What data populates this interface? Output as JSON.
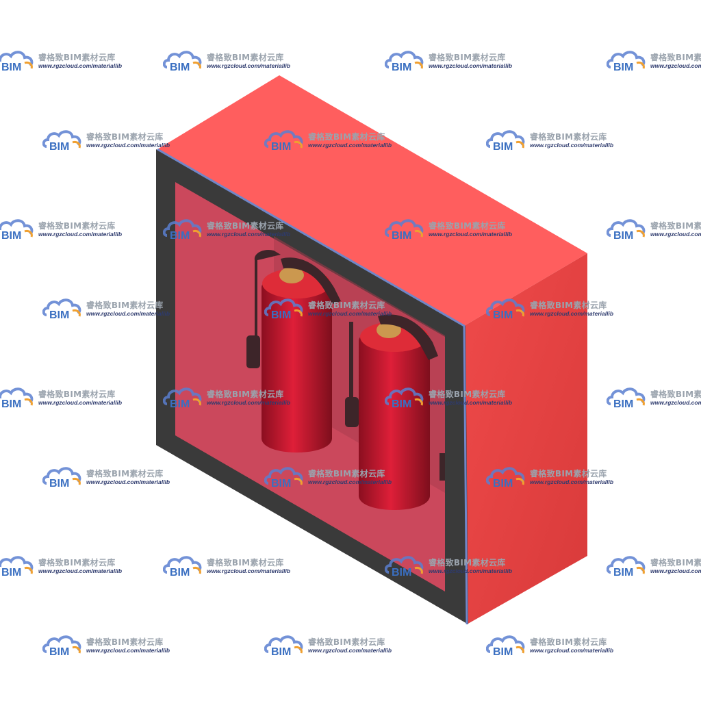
{
  "watermark": {
    "name": "睿格致BIM素材云库",
    "url": "www.rgzcloud.com/materiallib",
    "logo_text": "BIM"
  },
  "cabinet": {
    "body_color": "#f05a5a",
    "top_color": "#ff5e5e",
    "side_color": "#e84848",
    "frame_color": "#3a3a3a",
    "glass_color": "#c8465a"
  },
  "extinguishers": [
    {
      "name": "extinguisher-left",
      "color": "#c8102e"
    },
    {
      "name": "extinguisher-right",
      "color": "#c8102e"
    }
  ]
}
